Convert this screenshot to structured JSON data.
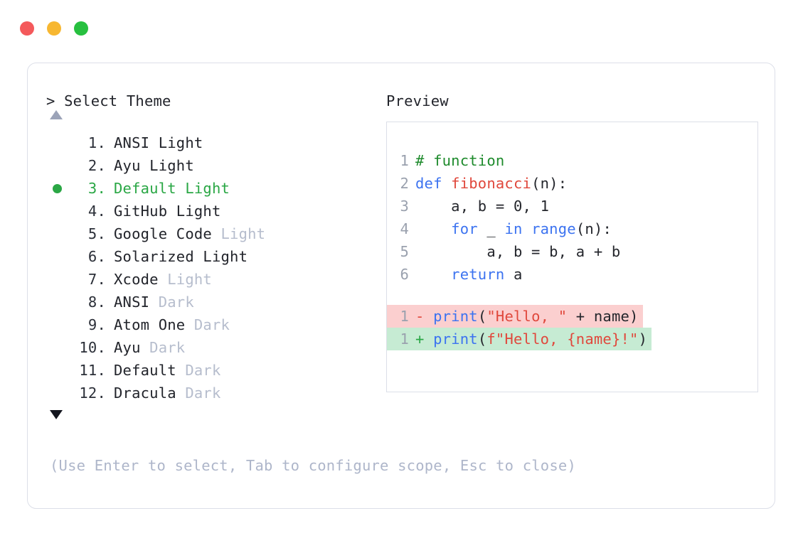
{
  "window": {
    "traffic_lights": [
      {
        "name": "close-button",
        "color": "#f4595b"
      },
      {
        "name": "minimize-button",
        "color": "#f7b731"
      },
      {
        "name": "maximize-button",
        "color": "#27c03f"
      }
    ]
  },
  "left_panel": {
    "prompt": "> Select Theme",
    "scroll_up_icon": "triangle-up-icon",
    "scroll_down_icon": "triangle-down-icon",
    "scroll_up_enabled": false,
    "scroll_down_enabled": true,
    "selected_index": 3,
    "selected_bullet_color": "#2aa745",
    "items": [
      {
        "number": "1.",
        "name": "ANSI Light",
        "suffix": "",
        "selected": false
      },
      {
        "number": "2.",
        "name": "Ayu Light",
        "suffix": "",
        "selected": false
      },
      {
        "number": "3.",
        "name": "Default Light",
        "suffix": "",
        "selected": true
      },
      {
        "number": "4.",
        "name": "GitHub Light",
        "suffix": "",
        "selected": false
      },
      {
        "number": "5.",
        "name": "Google Code",
        "suffix": "Light",
        "selected": false
      },
      {
        "number": "6.",
        "name": "Solarized Light",
        "suffix": "",
        "selected": false
      },
      {
        "number": "7.",
        "name": "Xcode",
        "suffix": "Light",
        "selected": false
      },
      {
        "number": "8.",
        "name": "ANSI",
        "suffix": "Dark",
        "selected": false
      },
      {
        "number": "9.",
        "name": "Atom One",
        "suffix": "Dark",
        "selected": false
      },
      {
        "number": "10.",
        "name": "Ayu",
        "suffix": "Dark",
        "selected": false
      },
      {
        "number": "11.",
        "name": "Default",
        "suffix": "Dark",
        "selected": false
      },
      {
        "number": "12.",
        "name": "Dracula",
        "suffix": "Dark",
        "selected": false
      }
    ]
  },
  "right_panel": {
    "title": "Preview",
    "code_lines": [
      {
        "num": "1",
        "tokens": [
          {
            "t": "# function",
            "c": "comment"
          }
        ]
      },
      {
        "num": "2",
        "tokens": [
          {
            "t": "def ",
            "c": "kw"
          },
          {
            "t": "fibonacci",
            "c": "fn"
          },
          {
            "t": "(n):",
            "c": "plain"
          }
        ]
      },
      {
        "num": "3",
        "tokens": [
          {
            "t": "    a, b = 0, 1",
            "c": "plain"
          }
        ]
      },
      {
        "num": "4",
        "tokens": [
          {
            "t": "    ",
            "c": "plain"
          },
          {
            "t": "for",
            "c": "kw"
          },
          {
            "t": " _ ",
            "c": "plain"
          },
          {
            "t": "in",
            "c": "kw"
          },
          {
            "t": " ",
            "c": "plain"
          },
          {
            "t": "range",
            "c": "bi"
          },
          {
            "t": "(n):",
            "c": "plain"
          }
        ]
      },
      {
        "num": "5",
        "tokens": [
          {
            "t": "        a, b = b, a + b",
            "c": "plain"
          }
        ]
      },
      {
        "num": "6",
        "tokens": [
          {
            "t": "    ",
            "c": "plain"
          },
          {
            "t": "return",
            "c": "kw"
          },
          {
            "t": " a",
            "c": "plain"
          }
        ]
      }
    ],
    "diff_lines": [
      {
        "num": "1",
        "sign": "-",
        "kind": "del",
        "tokens": [
          {
            "t": "print",
            "c": "bi"
          },
          {
            "t": "(",
            "c": "plain"
          },
          {
            "t": "\"Hello, \"",
            "c": "str"
          },
          {
            "t": " + name)",
            "c": "plain"
          }
        ]
      },
      {
        "num": "1",
        "sign": "+",
        "kind": "add",
        "tokens": [
          {
            "t": "print",
            "c": "bi"
          },
          {
            "t": "(",
            "c": "plain"
          },
          {
            "t": "f\"Hello, {name}!\"",
            "c": "str"
          },
          {
            "t": ")",
            "c": "plain"
          }
        ]
      }
    ],
    "diff_colors": {
      "delete_bg": "#fbcfcf",
      "add_bg": "#c6ebd3"
    }
  },
  "footer": {
    "hint": "(Use Enter to select, Tab to configure scope, Esc to close)"
  },
  "theme_colors": {
    "comment": "#1f8b2d",
    "keyword": "#3c73f0",
    "function": "#e0483c",
    "string": "#e0483c",
    "plain": "#24262c",
    "line_number": "#9aa1ae",
    "accent": "#2aa745",
    "muted": "#b6bdcd",
    "border": "#dcdfe8"
  }
}
